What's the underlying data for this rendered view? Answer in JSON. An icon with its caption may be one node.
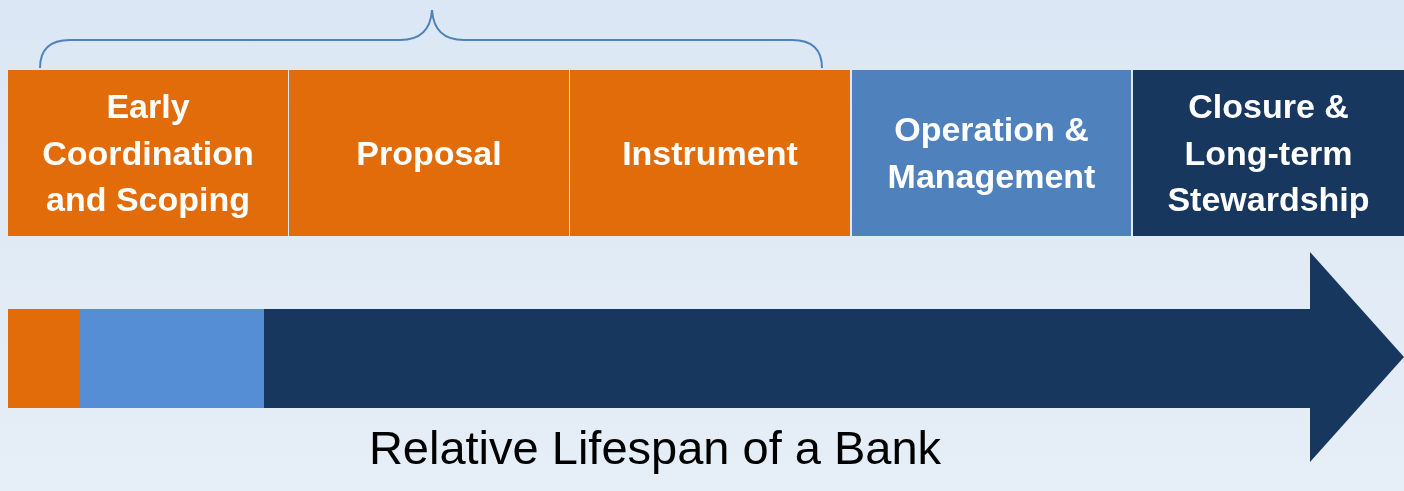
{
  "diagram": {
    "nodes": [
      {
        "text": [
          "Early Coordination and Scoping"
        ]
      },
      {
        "text": [
          "Proposal"
        ]
      },
      {
        "text": [
          "Instrument"
        ]
      },
      {
        "text": [
          "Operation & Management"
        ]
      },
      {
        "text": [
          "Closure & Long-term Stewardship"
        ]
      }
    ],
    "labels": [
      "Relative Lifespan of a Bank"
    ]
  }
}
